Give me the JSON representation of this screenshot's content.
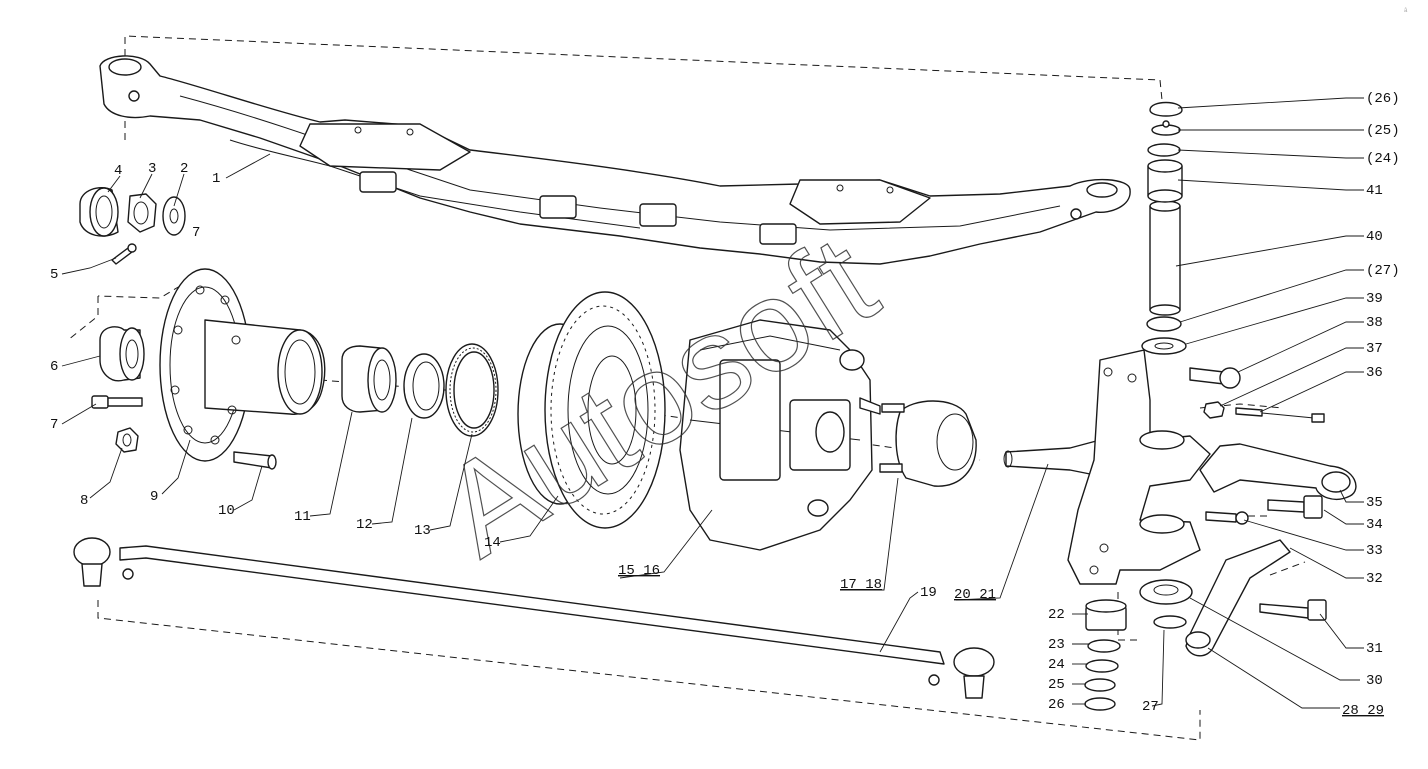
{
  "watermark": "Autosoft",
  "corner_mark": "â",
  "callouts": {
    "c1": "1",
    "c2": "2",
    "c3": "3",
    "c4": "4",
    "c5": "5",
    "c6": "6",
    "c7a": "7",
    "c7b": "7",
    "c8": "8",
    "c9": "9",
    "c10": "10",
    "c11": "11",
    "c12": "12",
    "c13": "13",
    "c14": "14",
    "c15_16": "15 16",
    "c17_18": "17 18",
    "c19": "19",
    "c20_21": "20 21",
    "c22": "22",
    "c23": "23",
    "c24": "24",
    "c25": "25",
    "c26": "26",
    "c27": "27",
    "c28_29": "28 29",
    "c30": "30",
    "c31": "31",
    "c32": "32",
    "c33": "33",
    "c34": "34",
    "c35": "35",
    "c36": "36",
    "c37": "37",
    "c38": "38",
    "c39": "39",
    "c40": "40",
    "c41": "41",
    "r26": "(26)",
    "r25": "(25)",
    "r24": "(24)",
    "r27": "(27)"
  }
}
